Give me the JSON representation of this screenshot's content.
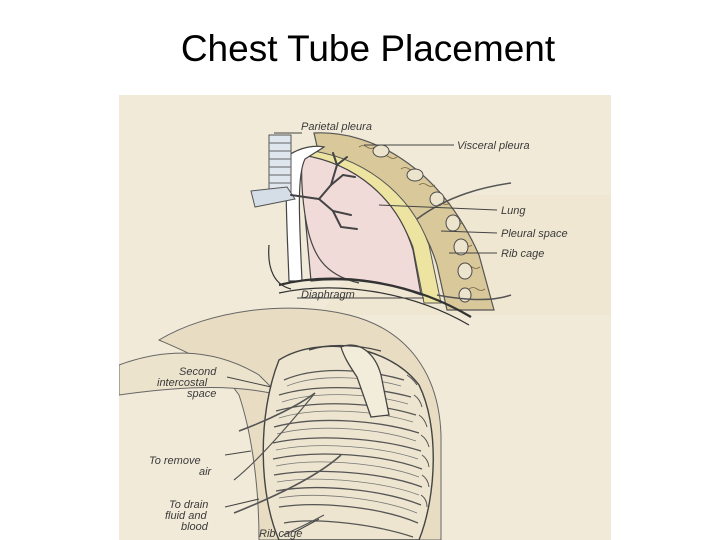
{
  "slide": {
    "title": "Chest Tube Placement"
  },
  "diagram": {
    "upper_labels": {
      "parietal_pleura": "Parietal pleura",
      "visceral_pleura": "Visceral pleura",
      "lung": "Lung",
      "pleural_space": "Pleural space",
      "rib_cage": "Rib cage",
      "diaphragm": "Diaphragm"
    },
    "lower_labels": {
      "second_line1": "Second",
      "second_line2": "intercostal",
      "second_line3": "space",
      "remove_line1": "To remove",
      "remove_line2": "air",
      "drain_line1": "To drain",
      "drain_line2": "fluid and",
      "drain_line3": "blood",
      "rib_cage": "Rib cage"
    },
    "colors": {
      "background_tan": "#e8ddc6",
      "lung_pink": "#f1dcdc",
      "pleural_yellow": "#eee6a4",
      "chest_wall": "#d7c79d",
      "rib_fill": "#ede6cf",
      "line": "#454545"
    }
  }
}
